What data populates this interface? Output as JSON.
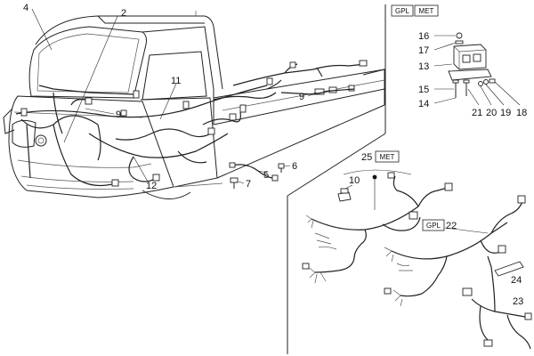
{
  "tags": {
    "gpl": "GPL",
    "met": "MET"
  },
  "callouts": {
    "n2": "2",
    "n4": "4",
    "n5": "5",
    "n6": "6",
    "n7": "7",
    "n9a": "9",
    "n9b": "9",
    "n10": "10",
    "n11": "11",
    "n12": "12",
    "n13": "13",
    "n14": "14",
    "n15": "15",
    "n16": "16",
    "n17": "17",
    "n18": "18",
    "n19": "19",
    "n20": "20",
    "n21": "21",
    "n22": "22",
    "n23": "23",
    "n24": "24",
    "n25": "25"
  }
}
